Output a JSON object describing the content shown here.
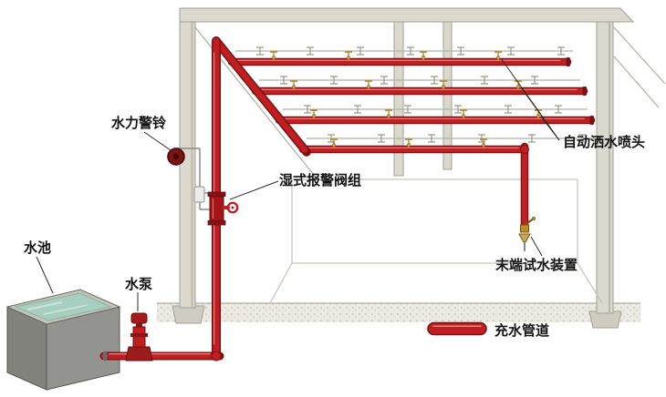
{
  "colors": {
    "pipe-red": "#c01f21",
    "pipe-dark": "#7c0f12",
    "pipe-light": "#f08f8c",
    "structure": "#dbd8cd",
    "structure-edge": "#a39f93",
    "ground": "#eceae3",
    "water": "#a7cfc0",
    "brass": "#c08a2e",
    "bell": "#7c1416",
    "label": "#141414"
  },
  "labels": {
    "hydraulic_bell": "水力警铃",
    "wet_alarm_valve": "湿式报警阀组",
    "water_pool": "水池",
    "water_pump": "水泵",
    "sprinkler_heads": "自动洒水喷头",
    "end_test_device": "末端试水装置",
    "filled_pipe_legend": "充水管道"
  }
}
